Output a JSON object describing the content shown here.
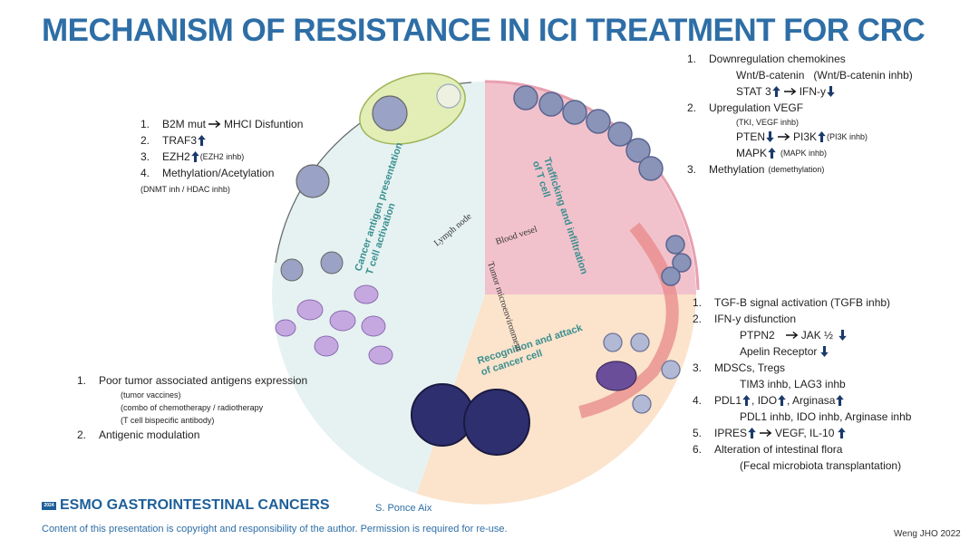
{
  "title": "MECHANISM OF RESISTANCE IN ICI TREATMENT FOR CRC",
  "diagram": {
    "sector_labels": {
      "antigen": "Cancer antigen presentation\nT cell activation",
      "trafficking": "Trafficking and infiltration\nof T cell",
      "recognition": "Recognition and attack\nof cancer cell"
    },
    "place_labels": {
      "lymph": "Lymph node",
      "blood": "Blood vesel",
      "tumor": "Tumor microenvironment"
    }
  },
  "left_top": {
    "i1_num": "1.",
    "i1a": "B2M mut",
    "i1b": "MHCI Disfuntion",
    "i2_num": "2.",
    "i2": "TRAF3",
    "i3_num": "3.",
    "i3": "EZH2",
    "i3s": "(EZH2 inhb)",
    "i4_num": "4.",
    "i4": "Methylation/Acetylation",
    "i4s": "(DNMT inh / HDAC inhb)"
  },
  "left_bottom": {
    "i1_num": "1.",
    "i1": "Poor tumor associated antigens expression",
    "s1": "(tumor vaccines)",
    "s2": "(combo of chemotherapy / radiotherapy",
    "s3": "(T cell bispecific antibody)",
    "i2_num": "2.",
    "i2": "Antigenic modulation"
  },
  "right_top": {
    "i1_num": "1.",
    "i1": "Downregulation chemokines",
    "i1a": "Wnt/B-catenin",
    "i1a2": "(Wnt/B-catenin inhb)",
    "i1b": "STAT 3",
    "i1b2": "IFN-y",
    "i2_num": "2.",
    "i2": "Upregulation VEGF",
    "i2s": "(TKI, VEGF inhb)",
    "i2a": "PTEN",
    "i2a2": "PI3K",
    "i2a3": "(PI3K inhb)",
    "i2b": "MAPK",
    "i2b2": "(MAPK inhb)",
    "i3_num": "3.",
    "i3": "Methylation",
    "i3s": "(demethylation)"
  },
  "right_bottom": {
    "i1_num": "1.",
    "i1": "TGF-B signal activation (TGFB inhb)",
    "i2_num": "2.",
    "i2": "IFN-y disfunction",
    "i2a": "PTPN2",
    "i2a2": "JAK ½",
    "i2b": "Apelin Receptor",
    "i3_num": "3.",
    "i3": "MDSCs, Tregs",
    "i3a": "TIM3 inhb, LAG3 inhb",
    "i4_num": "4.",
    "i4a": "PDL1",
    "i4b": ", IDO",
    "i4c": ", Arginasa",
    "i4s": "PDL1 inhb, IDO inhb, Arginase inhb",
    "i5_num": "5.",
    "i5a": "IPRES",
    "i5b": "VEGF, IL-10",
    "i6_num": "6.",
    "i6": "Alteration of intestinal flora",
    "i6s": "(Fecal microbiota transplantation)"
  },
  "footer": {
    "logo": "ESMO GASTROINTESTINAL CANCERS",
    "logo_year": "2024",
    "author": "S. Ponce Aix",
    "copyright": "Content of this presentation is copyright and responsibility of the author. Permission is required for re-use.",
    "credit": "Weng JHO 2022"
  },
  "colors": {
    "title": "#2e6ea6",
    "arrow": "#1a3a6a",
    "trafficking_sector": "#f2c2cc",
    "recognition_sector": "#fbe3cc",
    "antigen_sector": "#e6f2f2",
    "sector_text": "#3a8f8f"
  },
  "icons": [
    "up-arrow-icon",
    "down-arrow-icon",
    "right-arrow-icon"
  ]
}
